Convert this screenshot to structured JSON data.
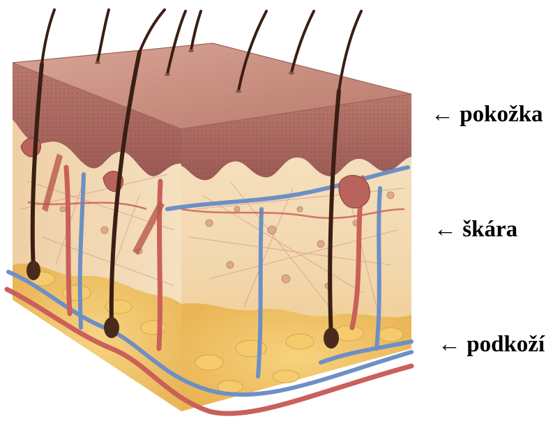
{
  "labels": {
    "epidermis": "← pokožka",
    "dermis": "← škára",
    "hypodermis": "← podkoží"
  },
  "colors": {
    "epidermis_top": "#c98f82",
    "epidermis_side": "#b06a62",
    "dermis": "#f3dcb8",
    "hypodermis_fat": "#f0c060",
    "vein": "#6d8fc6",
    "artery": "#c9605a",
    "hair": "#3a1f14",
    "text": "#000000"
  }
}
